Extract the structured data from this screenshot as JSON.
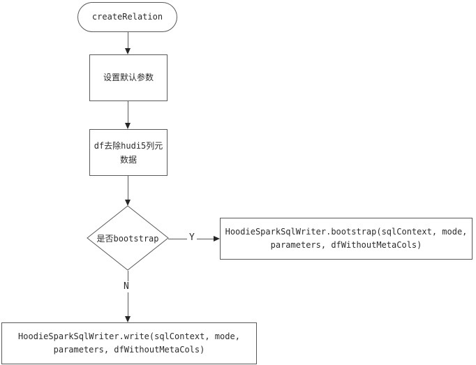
{
  "diagram": {
    "type": "flowchart",
    "colors": {
      "background": "#ffffff",
      "node_fill": "#ffffff",
      "line": "#595959",
      "arrowhead": "#262626",
      "text": "#2b2b2b"
    },
    "nodes": {
      "start": {
        "shape": "terminator",
        "label": "createRelation"
      },
      "set_defaults": {
        "shape": "process",
        "label": "设置默认参数"
      },
      "strip_meta": {
        "shape": "process",
        "label": "df去除hudi5列元\n数据"
      },
      "decision": {
        "shape": "decision",
        "label": "是否bootstrap"
      },
      "bootstrap_call": {
        "shape": "process",
        "label": "HoodieSparkSqlWriter.bootstrap(sqlContext, mode,\nparameters, dfWithoutMetaCols)"
      },
      "write_call": {
        "shape": "process",
        "label": "HoodieSparkSqlWriter.write(sqlContext, mode,\nparameters, dfWithoutMetaCols)"
      }
    },
    "edges": {
      "yes_label": "Y",
      "no_label": "N"
    }
  }
}
